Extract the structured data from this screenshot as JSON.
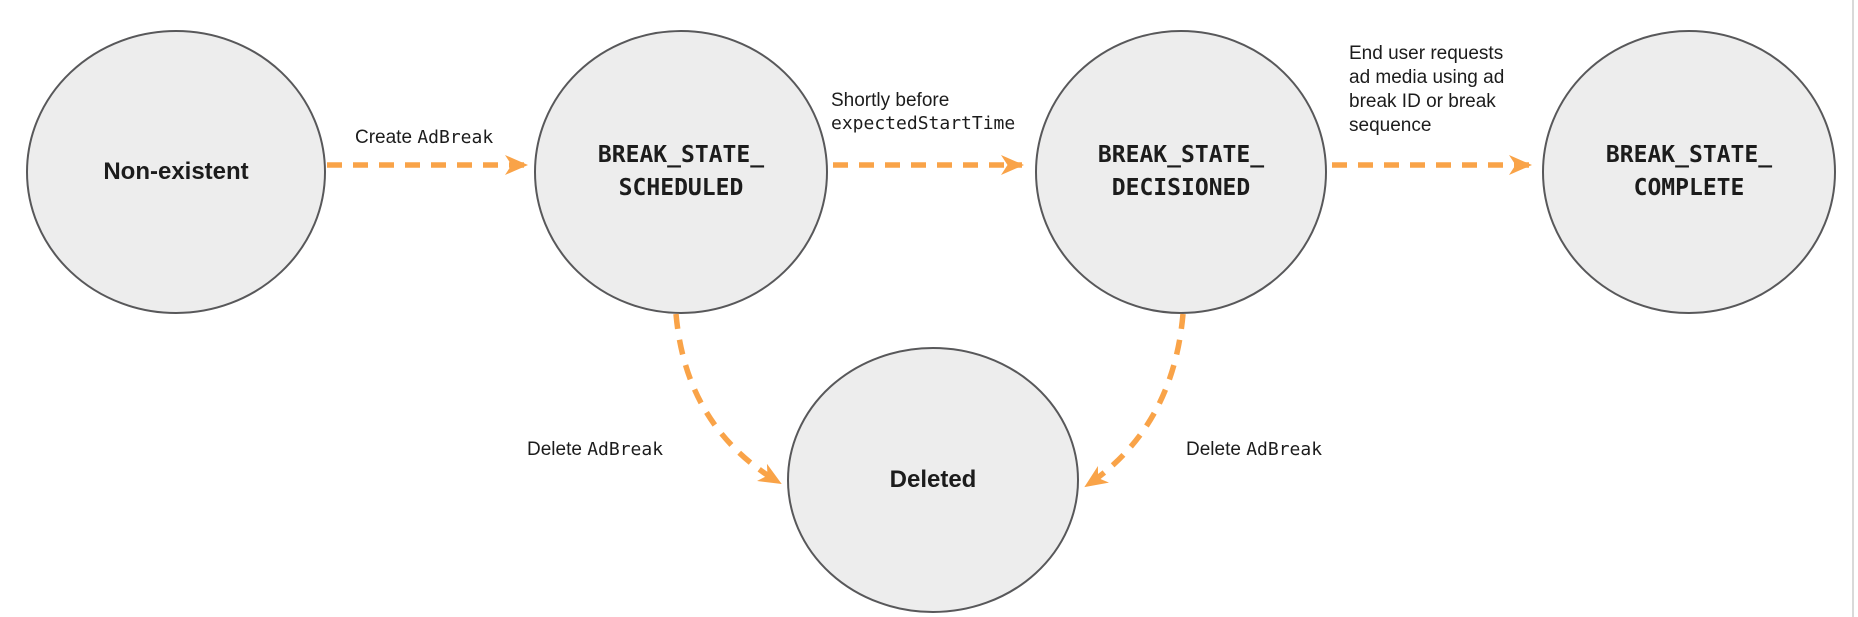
{
  "colors": {
    "arrow": "#F9A348",
    "node_fill": "#EDEDED",
    "node_stroke": "#58585A",
    "text": "#1C1C1C",
    "page_edge": "#D9D9D9"
  },
  "states": {
    "non_existent": {
      "label": "Non-existent"
    },
    "scheduled": {
      "label": "BREAK_STATE_\nSCHEDULED"
    },
    "decisioned": {
      "label": "BREAK_STATE_\nDECISIONED"
    },
    "complete": {
      "label": "BREAK_STATE_\nCOMPLETE"
    },
    "deleted": {
      "label": "Deleted"
    }
  },
  "transitions": {
    "create": {
      "prefix": "Create ",
      "code": "AdBreak"
    },
    "shortly": {
      "prefix": "Shortly before",
      "code": "expectedStartTime"
    },
    "end_user": {
      "text": "End user requests\nad media using ad\nbreak ID or break\nsequence"
    },
    "delete_left": {
      "prefix": "Delete ",
      "code": "AdBreak"
    },
    "delete_right": {
      "prefix": "Delete ",
      "code": "AdBreak"
    }
  }
}
